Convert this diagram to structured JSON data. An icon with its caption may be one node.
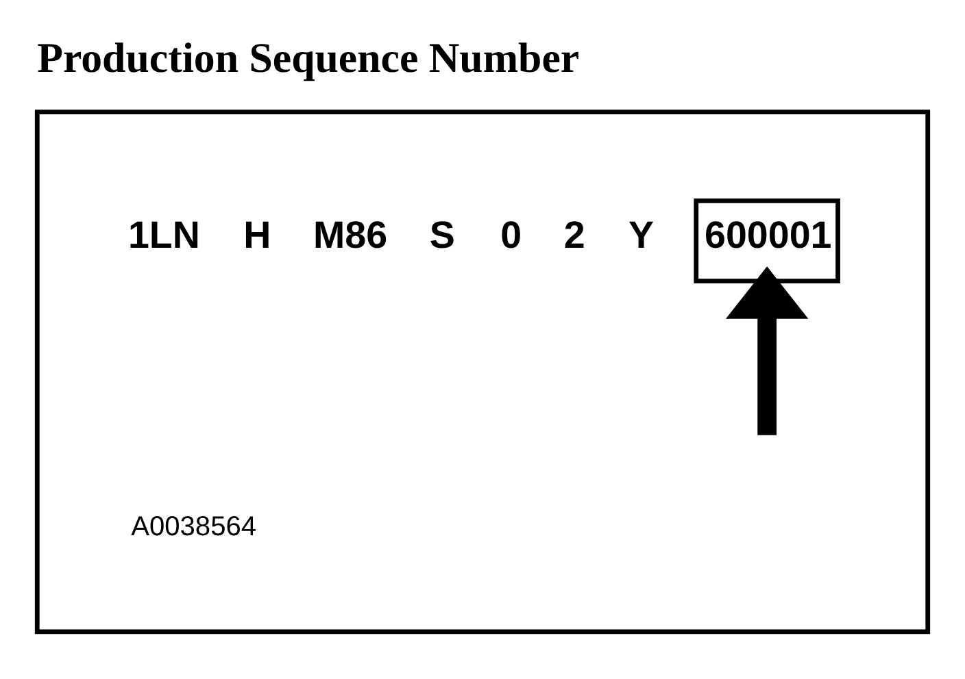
{
  "diagram": {
    "title": "Production Sequence Number",
    "nodes": [
      {
        "text": [],
        "shape": "box"
      },
      {
        "text": [
          "600001"
        ],
        "in": 0
      }
    ],
    "edges": [
      {
        "from": null,
        "to": 1,
        "arrow": "to"
      }
    ],
    "labels": [
      "1LN",
      "H",
      "M86",
      "S",
      "0",
      "2",
      "Y",
      "A0038564"
    ]
  }
}
